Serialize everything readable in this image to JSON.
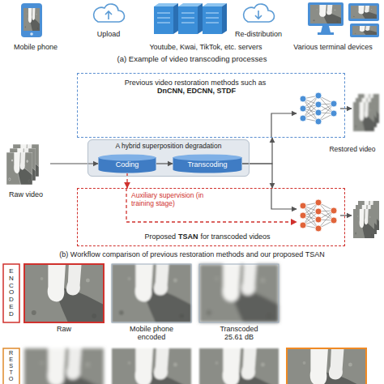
{
  "diagram": {
    "nodes": [
      {
        "text": [
          "Mobile phone"
        ]
      },
      {
        "text": [
          "Upload"
        ]
      },
      {
        "text": [
          "Youtube, Kwai, TikTok, etc. servers"
        ]
      },
      {
        "text": [
          "Re-distribution"
        ]
      },
      {
        "text": [
          "Various terminal devices"
        ]
      },
      {
        "text": [
          "Raw video"
        ]
      },
      {
        "text": [
          "A hybrid superposition degradation"
        ]
      },
      {
        "text": [
          "Coding"
        ],
        "in": 6
      },
      {
        "text": [
          "Transcoding"
        ],
        "in": 6
      },
      {
        "text": [
          "Previous video restoration methods such as",
          "DnCNN, EDCNN, STDF"
        ]
      },
      {
        "text": [
          "Proposed",
          "TSAN",
          "for transcoded videos"
        ]
      }
    ],
    "edges": [
      {
        "from": 5,
        "to": 7,
        "arrow": "to"
      },
      {
        "from": 7,
        "to": 8,
        "arrow": "to"
      },
      {
        "from": 8,
        "to": 9,
        "arrow": "to"
      },
      {
        "from": 8,
        "to": 10,
        "arrow": "to"
      },
      {
        "from": 7,
        "to": 10,
        "arrow": "to",
        "label": "Auxiliary supervision (in training stage)"
      }
    ],
    "labels": [
      "(a) Example of video transcoding processes",
      "Restored video",
      "(b) Workflow comparison of previous restoration methods and our proposed TSAN",
      "ENCODED",
      "Raw",
      "Mobile phone encoded",
      "Transcoded 25.61 dB",
      "RESTO"
    ]
  }
}
